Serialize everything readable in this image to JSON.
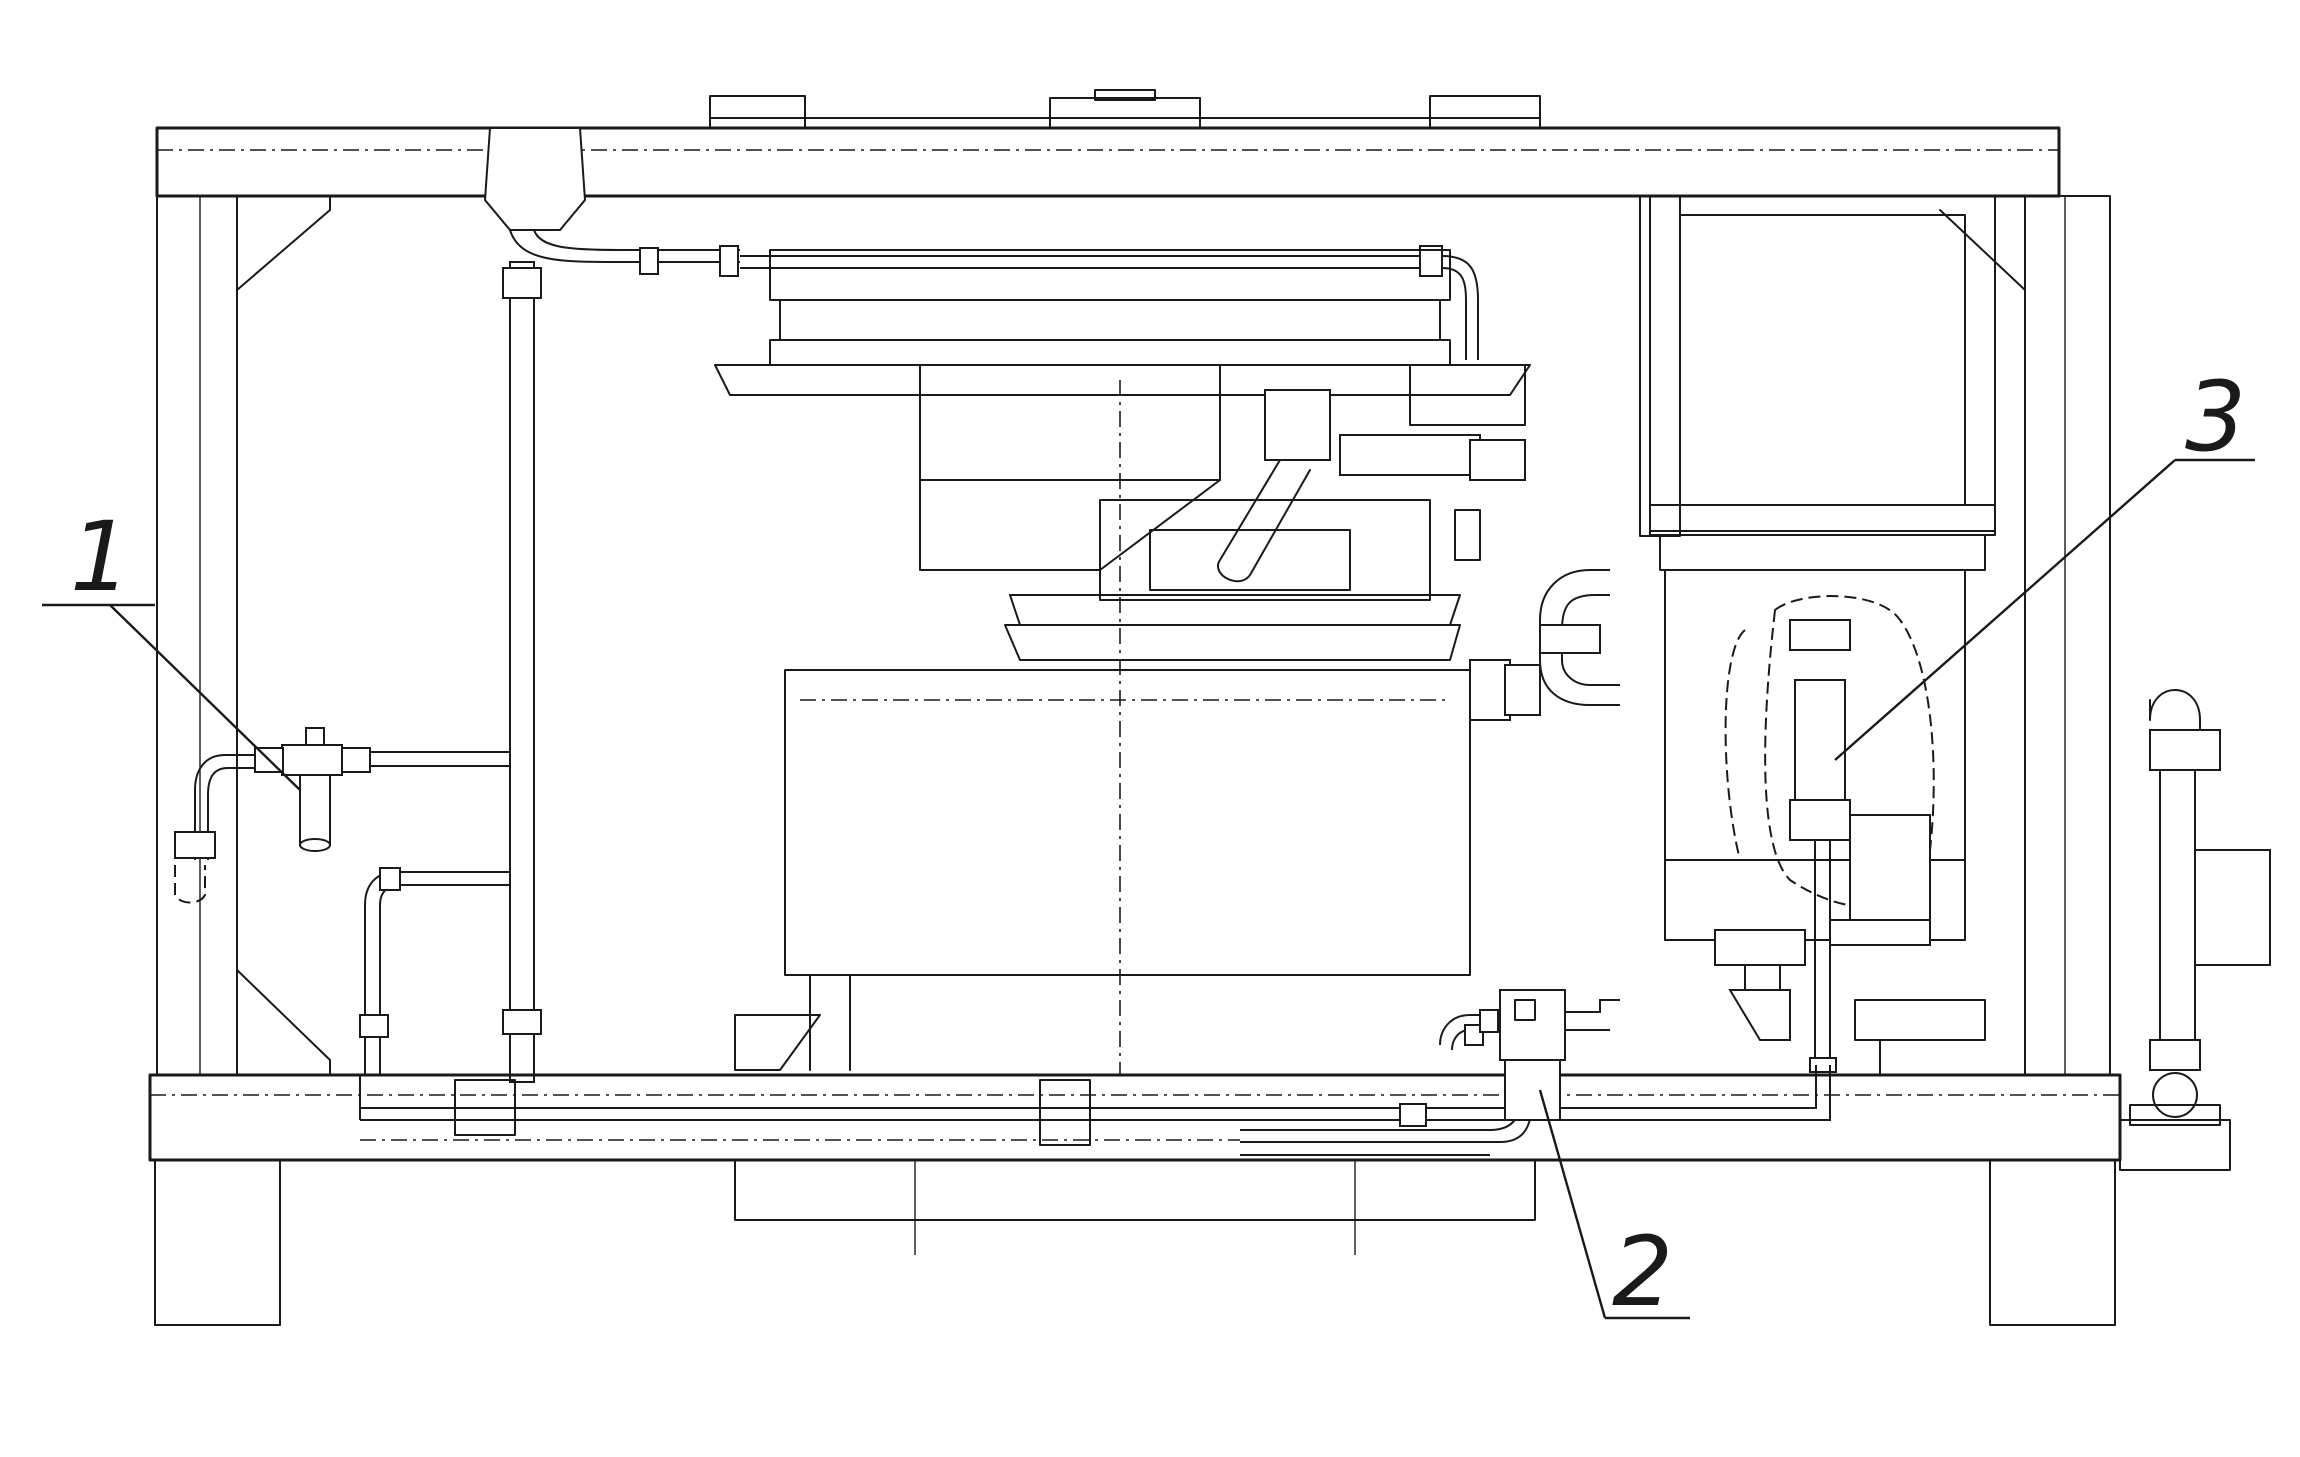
{
  "callouts": [
    {
      "id": "1",
      "label": "1"
    },
    {
      "id": "2",
      "label": "2"
    },
    {
      "id": "3",
      "label": "3"
    }
  ],
  "colors": {
    "line": "#1a1a1a",
    "background": "#ffffff"
  }
}
